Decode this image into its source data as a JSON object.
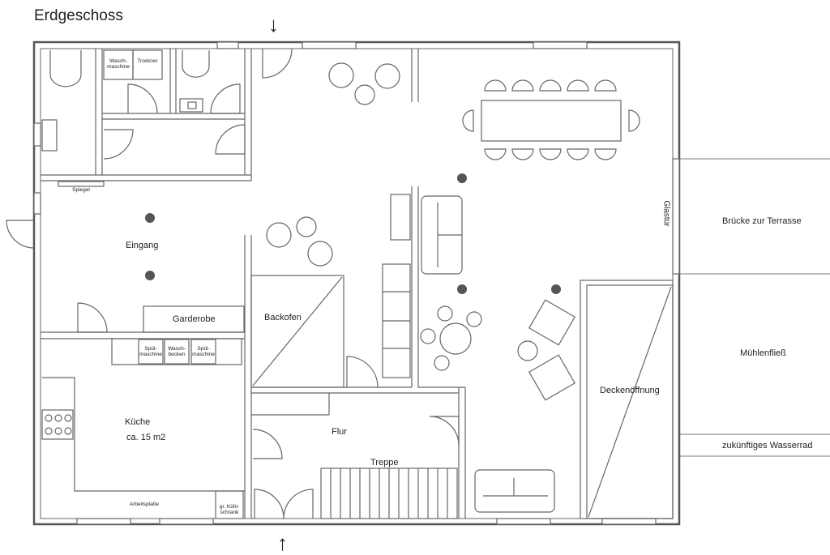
{
  "title": "Erdgeschoss",
  "arrows": {
    "top": "↓",
    "bottom": "↑"
  },
  "rooms": {
    "eingang": "Eingang",
    "garderobe": "Garderobe",
    "kueche": "Küche",
    "kueche_area": "ca. 15 m2",
    "backofen": "Backofen",
    "flur": "Flur",
    "treppe": "Treppe",
    "deckenoeffnung": "Deckenöffnung"
  },
  "fixtures": {
    "waschmaschine": "Wasch-\nmaschine",
    "trockner": "Trockner",
    "spiegel": "Spiegel",
    "spuelmaschine1": "Spül-\nmaschine",
    "waschbecken": "Wasch-\nbecken",
    "spuelmaschine2": "Spül-\nmaschine",
    "arbeitsplatte": "Arbeitsplatte",
    "kuehlschrank": "gr. Kühl-\nschrank",
    "glastuer": "Glastür"
  },
  "outside": {
    "bruecke": "Brücke zur Terrasse",
    "muehlenfliess": "Mühlenfließ",
    "wasserrad": "zukünftiges Wasserrad"
  },
  "colors": {
    "wall": "#555555",
    "line": "#777777",
    "dot": "#555555"
  }
}
